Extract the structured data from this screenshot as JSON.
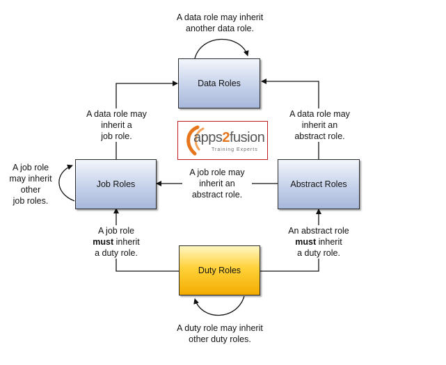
{
  "boxes": {
    "data_roles": "Data Roles",
    "job_roles": "Job Roles",
    "abstract_roles": "Abstract Roles",
    "duty_roles": "Duty Roles"
  },
  "labels": {
    "data_self": [
      "A data role may inherit",
      "another data role."
    ],
    "data_from_job": [
      "A data role may",
      "inherit a",
      "job role."
    ],
    "data_from_abstract": [
      "A data role may",
      "inherit an",
      "abstract role."
    ],
    "job_self": [
      "A job role",
      "may inherit",
      "other",
      "job roles."
    ],
    "job_from_abstract": [
      "A job role may",
      "inherit an",
      "abstract role."
    ],
    "job_from_duty": {
      "line1": "A job role",
      "must": "must",
      "inherit": " inherit",
      "line3": "a duty role."
    },
    "abstract_from_duty": {
      "line1": "An abstract role",
      "must": "must",
      "inherit": " inherit",
      "line3": "a duty role."
    },
    "duty_self": [
      "A duty role may inherit",
      "other duty roles."
    ]
  },
  "logo": {
    "word_a": "apps",
    "word_b": "2",
    "word_c": "fusion",
    "tagline": "Training Experts"
  },
  "colors": {
    "role_box_fill": "#c6d2ea",
    "duty_box_fill": "#ffd23a",
    "line": "#111111",
    "logo_border": "#c0181e",
    "logo_accent": "#e7751c"
  }
}
